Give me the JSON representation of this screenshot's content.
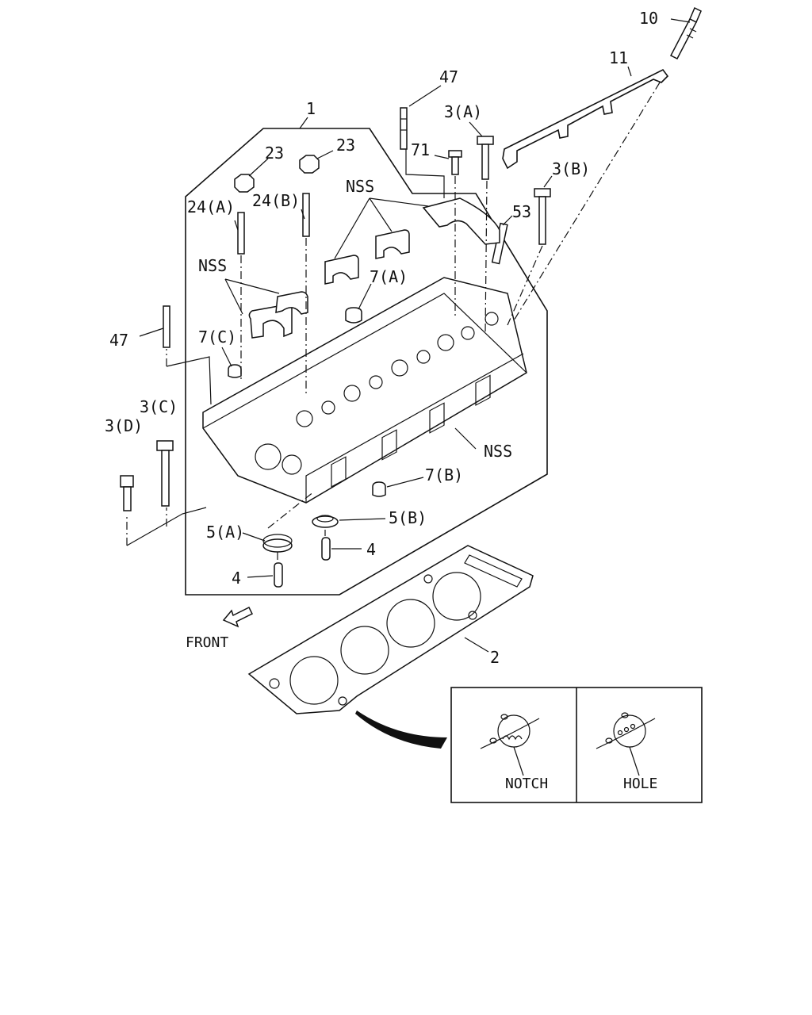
{
  "callouts": {
    "c10": "10",
    "c11": "11",
    "c47_top": "47",
    "c3A": "3(A)",
    "c1": "1",
    "c23_left": "23",
    "c23_right": "23",
    "c71": "71",
    "c3B": "3(B)",
    "nss_top": "NSS",
    "c24A": "24(A)",
    "c24B": "24(B)",
    "c53": "53",
    "nss_left": "NSS",
    "c7A": "7(A)",
    "c47_left": "47",
    "c7C": "7(C)",
    "c3C": "3(C)",
    "c3D": "3(D)",
    "nss_right": "NSS",
    "c7B": "7(B)",
    "c5A": "5(A)",
    "c5B": "5(B)",
    "c4_right": "4",
    "c4_left": "4",
    "front": "FRONT",
    "c2": "2"
  },
  "detail": {
    "notch_label": "NOTCH",
    "hole_label": "HOLE"
  },
  "icons": {
    "front_arrow": "front-arrow-icon"
  }
}
